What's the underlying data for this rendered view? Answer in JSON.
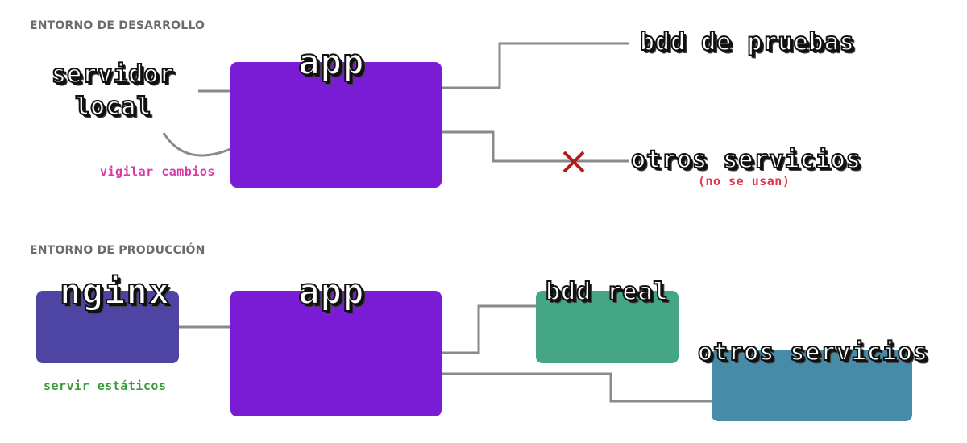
{
  "dev": {
    "section_title": "ENTORNO DE DESARROLLO",
    "server_label_line1": "servidor",
    "server_label_line2": "local",
    "watch_note": "vigilar cambios",
    "app_label": "app",
    "db_label": "bdd de pruebas",
    "other_services_label": "otros servicios",
    "unused_note": "(no se usan)",
    "blocked_marker": "×"
  },
  "prod": {
    "section_title": "ENTORNO DE PRODUCCIÓN",
    "nginx_label": "nginx",
    "static_note": "servir estáticos",
    "app_label": "app",
    "db_label": "bdd real",
    "other_services_label": "otros servicios"
  },
  "colors": {
    "app_box": "#7a1bd6",
    "nginx_box": "#4e44a3",
    "db_box": "#45a686",
    "services_box": "#468ca8",
    "connector": "#8a8a8a",
    "watch_note": "#d63aa8",
    "unused_note": "#e0354a",
    "static_note": "#3c9a3c",
    "blocked_marker": "#b01c1c"
  }
}
